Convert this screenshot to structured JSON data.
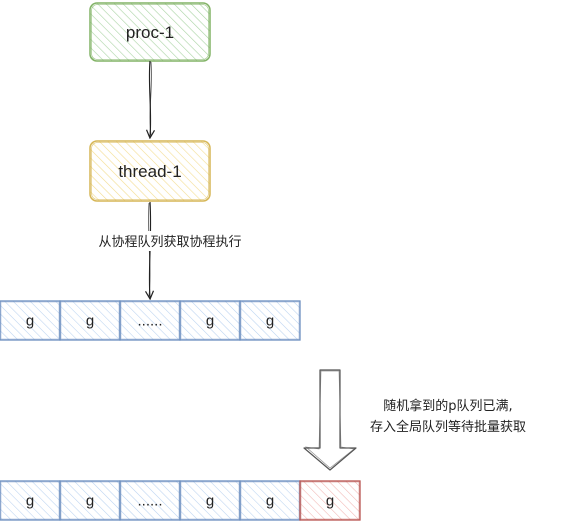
{
  "nodes": {
    "proc": {
      "label": "proc-1",
      "fill": "#d5e8d4",
      "stroke": "#82b366"
    },
    "thread": {
      "label": "thread-1",
      "fill": "#fff2cc",
      "stroke": "#d6b656"
    }
  },
  "edges": {
    "fetch_label": "从协程队列获取协程执行"
  },
  "local_queue": {
    "cells": [
      "g",
      "g",
      "......",
      "g",
      "g"
    ],
    "fill": "#dae8fc",
    "stroke": "#6c8ebf"
  },
  "global_note": {
    "line1": "随机拿到的p队列已满,",
    "line2": "存入全局队列等待批量获取"
  },
  "global_queue": {
    "cells": [
      "g",
      "g",
      "......",
      "g",
      "g",
      "g"
    ],
    "fill": "#dae8fc",
    "stroke": "#6c8ebf",
    "highlight_fill": "#f8cecc",
    "highlight_stroke": "#b85450"
  }
}
